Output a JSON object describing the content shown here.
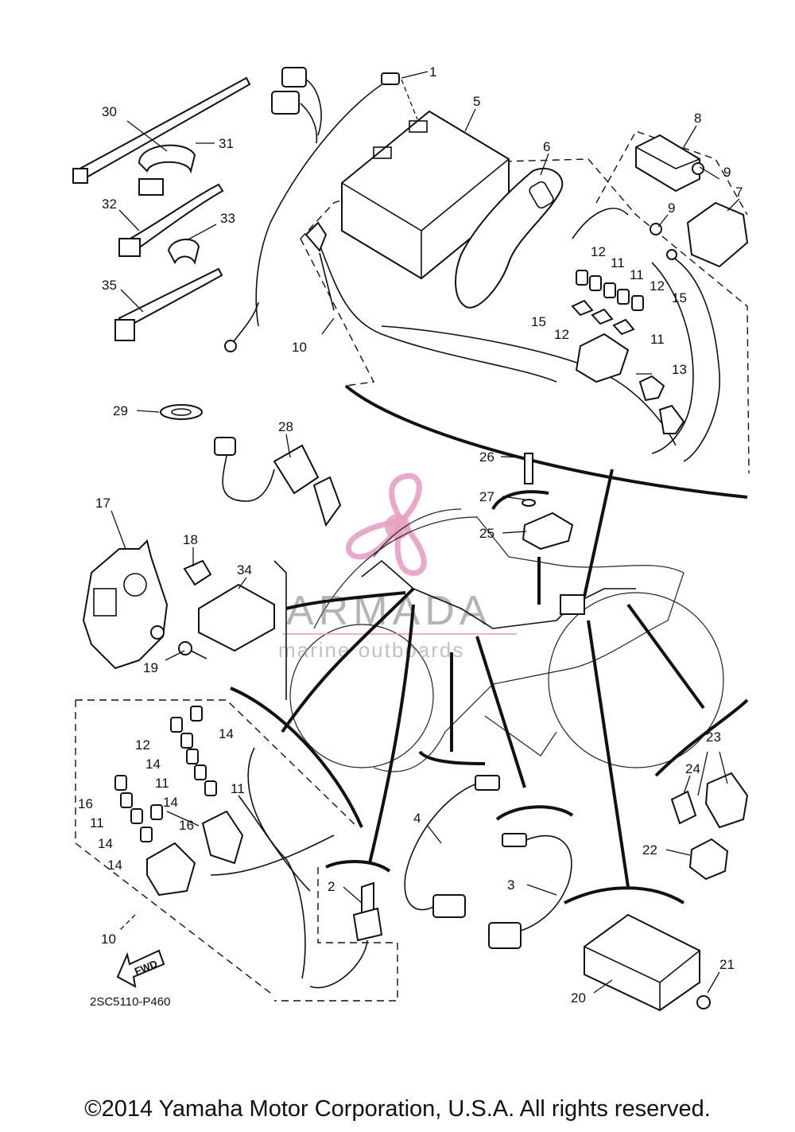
{
  "diagram": {
    "part_code": "2SC5110-P460",
    "fwd_label": "FWD",
    "copyright": "©2014 Yamaha Motor Corporation, U.S.A. All rights reserved.",
    "watermark": {
      "brand": "ARMADA",
      "tagline": "marine outboards",
      "logo_color": "#e8a0c0"
    },
    "callouts": {
      "c1": "1",
      "c2": "2",
      "c3": "3",
      "c4": "4",
      "c5": "5",
      "c6": "6",
      "c7": "7",
      "c8": "8",
      "c9a": "9",
      "c9b": "9",
      "c10a": "10",
      "c10b": "10",
      "c11a": "11",
      "c11b": "11",
      "c11c": "11",
      "c11d": "11",
      "c11e": "11",
      "c11f": "11",
      "c12a": "12",
      "c12b": "12",
      "c12c": "12",
      "c12d": "12",
      "c13": "13",
      "c14a": "14",
      "c14b": "14",
      "c14c": "14",
      "c14d": "14",
      "c14e": "14",
      "c15a": "15",
      "c15b": "15",
      "c16a": "16",
      "c16b": "16",
      "c17": "17",
      "c18": "18",
      "c19": "19",
      "c20": "20",
      "c21": "21",
      "c22": "22",
      "c23": "23",
      "c24": "24",
      "c25": "25",
      "c26": "26",
      "c27": "27",
      "c28": "28",
      "c29": "29",
      "c30": "30",
      "c31": "31",
      "c32": "32",
      "c33": "33",
      "c34": "34",
      "c35": "35"
    }
  }
}
